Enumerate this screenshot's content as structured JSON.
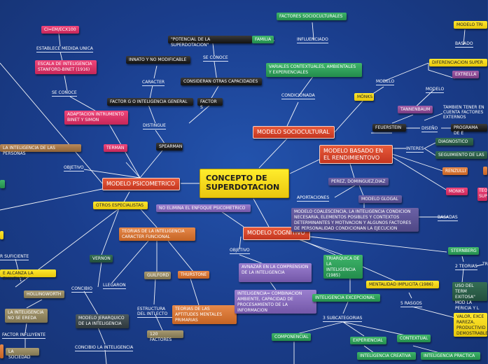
{
  "map": {
    "center": "CONCEPTO DE SUPERDOTACION",
    "modelo_psicometrico": "MODELO PSICOMETRICO",
    "modelo_sociocultural": "MODELO SOCIOCULTURAL",
    "modelo_rendimiento": "MODELO BASADO EN EL RENDIMIENTOVO",
    "modelo_cognitivo": "MODELO COGNITIVO",
    "ci": "CI=EM/ECX100",
    "establece": "ESTABLECE MEDIDA UNICA",
    "escala": "ESCALA DE INTELIGENCIA STANFORD-BINET (1916)",
    "se_conoce_1": "SE CONOCE",
    "adaptacion": "ADAPTACION INTRUMENTO BINET Y SIMON",
    "inteligencia_personas": "LA INTELIGENCIA DE LAS PERSONAS",
    "terman": "TERMAN",
    "objetivo_1": "OBJETIVO",
    "spearman": "SPEARMAN",
    "distingue": "DISTINGUE",
    "factor_g": "FACTOR G O INTELIGENCIA GENERAL",
    "factor_s": "FACTOR S",
    "caracter": "CARACTER",
    "innato": "INNATO Y NO MODIFICABLE",
    "consideran": "CONSIDERAN OTRAS CAPACIDADES",
    "se_conoce_2": "SE CONOCE",
    "potencial": "\"POTENCIAL DE LA SUPERDOTACION\"",
    "familia": "FAMILIA",
    "influenciado": "INFLUENCIADO",
    "factores_socio": "FACTORES SOCIOCULTURALES",
    "variables": "VARIALES CONTEXTUALES, AMBIENTALES Y EXPERIENCIALES",
    "condicionada": "CONDICIONADA",
    "mönks_top": "MÖNKS",
    "modelo_lbl": "MODELO",
    "modelo_lbl_2": "MODELO",
    "basado": "BASADO",
    "modelo_tr": "MODELO TRI",
    "diferenciacion": "DIFERENCIACION SUPER",
    "extrella": "EXTRELLA",
    "tannenbaum": "TANNENBAUM",
    "tambien": "TAMBIEN TENER EN CUENTA FACTORES EXTERNOS",
    "feuerstein": "FEUERSTEIN",
    "diseno": "DISEÑO",
    "programa": "PROGRAMA DE E",
    "intereses": "INTERES",
    "diagnostico": "DIAGNOSTICO",
    "seguimiento": "SEGUIMIENTO DE LAS",
    "renzulli": "RENZULLI",
    "monks": "MONKS",
    "teo": "TEO SUP",
    "perez": "PEREZ, DOMINGUEZ,DIAZ",
    "aportaciones": "APORTACIONES",
    "modelo_global": "MODELO GLOGAL",
    "modelo_coal": "MODELO COALESCENCIA, LA INTELIGENCIA CONDICION NECESARIA, ELEMENTOS POSIBLES Y CONTEXTOS DETERMINANTES Y MOTIVACION Y ALGUNOS FACTORES DE PERSONALIDAD CONDICIONAN LA EJECUCION",
    "basadas": "BASADAS",
    "otros": "OTROS ESPECIALISTAS",
    "no_elimina": "NO ELIMINA EL ENFOQUE PSICOMETRICO",
    "teorias_carac": "TEORIAS DE LA INTELIGENCIA CARACTER FUNCIONAL",
    "vernon": "VERNON",
    "guilford": "GUILFORD",
    "thurstone": "THURSTONE",
    "llegaron": "LLEGARON",
    "estructura": "ESTRUCTURA DEL INTLECTO",
    "teorias_apt": "TEORIAS DE LAS APTITUDES MENTALES PRIMARIAS",
    "factores_120": "120 FACTORES",
    "concibio": "CONCIBIO",
    "modelo_jer": "MODELO JERARQUICO DE LA INTELIGENCIA",
    "concibio_int": "CONCIBIO LA INTELIGENCIA",
    "hollingworth": "HOLLINGWORTH",
    "la_inteligencia": "LA INTELIGENCIA NO SE EREDA",
    "factor_influyente": "FACTOR INFLUYENTE",
    "la_sociedad": "LA SOCIEDAD",
    "suficiente": "R SUFICIENTE",
    "eminencia": "E ALCANZA LA EMINENCIA",
    "objetivo_2": "OBJETIVO",
    "avanzar": "AVNAZAR EN LA COMPRENSION DE LA INTELIGENCIA",
    "intel_comb": "INTELIGENCIA= COMBINACION AMBIENTE, CAPACIDAD DE PROCESAMIENTO DE LA INFORMACION",
    "triarquica": "TRIARQUICA DE LA INTELIGENCIA (1985)",
    "intel_excep": "INTELIGENCIA EXCEPCIONAL",
    "subcategorias": "3 SUBCATEGORIAS",
    "componencial": "COMPONENCIAL",
    "experiencial": "EXPERIENCIAL",
    "contextual": "CONTEXTUAL",
    "intel_creativa": "INTELIGENCIA CREATIVA",
    "intel_practica": "INTELIGENCIA PRACTICA",
    "mentalidad": "MENTALIDAD IMPLICITA (1986)",
    "rasgos": "5 RASGOS",
    "sternberg": "STERNBERG",
    "teorias_2": "2 TEORIAS",
    "tr": "TR",
    "uso_term": "USO DEL TERM EXITOSA\" MOD LA PERICIA Y L",
    "valor": "VALOR, EXCE RAREZA, PRODUCTIVID DEMOSTRABLE"
  }
}
